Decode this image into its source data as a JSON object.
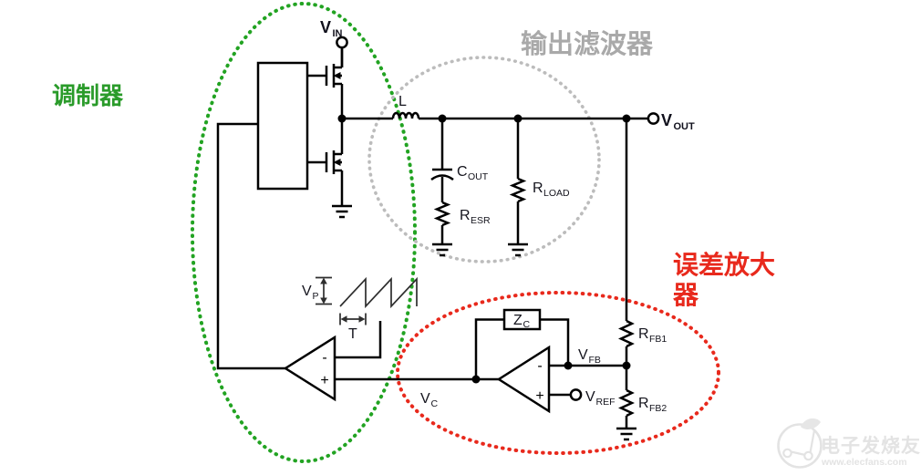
{
  "regions": {
    "modulator": {
      "label": "调制器",
      "color": "#2a9b2a"
    },
    "output_filter": {
      "label": "输出滤波器",
      "color": "#a9a9a9"
    },
    "error_amplifier": {
      "line1": "误差放大",
      "line2": "器",
      "color": "#e8291c"
    }
  },
  "nodes": {
    "vin": {
      "main": "V",
      "sub": "IN"
    },
    "vout": {
      "main": "V",
      "sub": "OUT"
    },
    "vfb": {
      "main": "V",
      "sub": "FB"
    },
    "vref": {
      "main": "V",
      "sub": "REF"
    },
    "vc": {
      "main": "V",
      "sub": "C"
    }
  },
  "components": {
    "inductor": {
      "label": "L"
    },
    "output_cap": {
      "main": "C",
      "sub": "OUT"
    },
    "esr_resistor": {
      "main": "R",
      "sub": "ESR"
    },
    "load_resistor": {
      "main": "R",
      "sub": "LOAD"
    },
    "feedback_resistor_1": {
      "main": "R",
      "sub": "FB1"
    },
    "feedback_resistor_2": {
      "main": "R",
      "sub": "FB2"
    },
    "compensation": {
      "main": "Z",
      "sub": "C"
    }
  },
  "waveform": {
    "peak": {
      "main": "V",
      "sub": "P"
    },
    "period": "T"
  },
  "opamp_signs": {
    "minus": "-",
    "plus": "+"
  },
  "watermark": {
    "brand": "电子发烧友",
    "url": "www.elecfans.com"
  }
}
